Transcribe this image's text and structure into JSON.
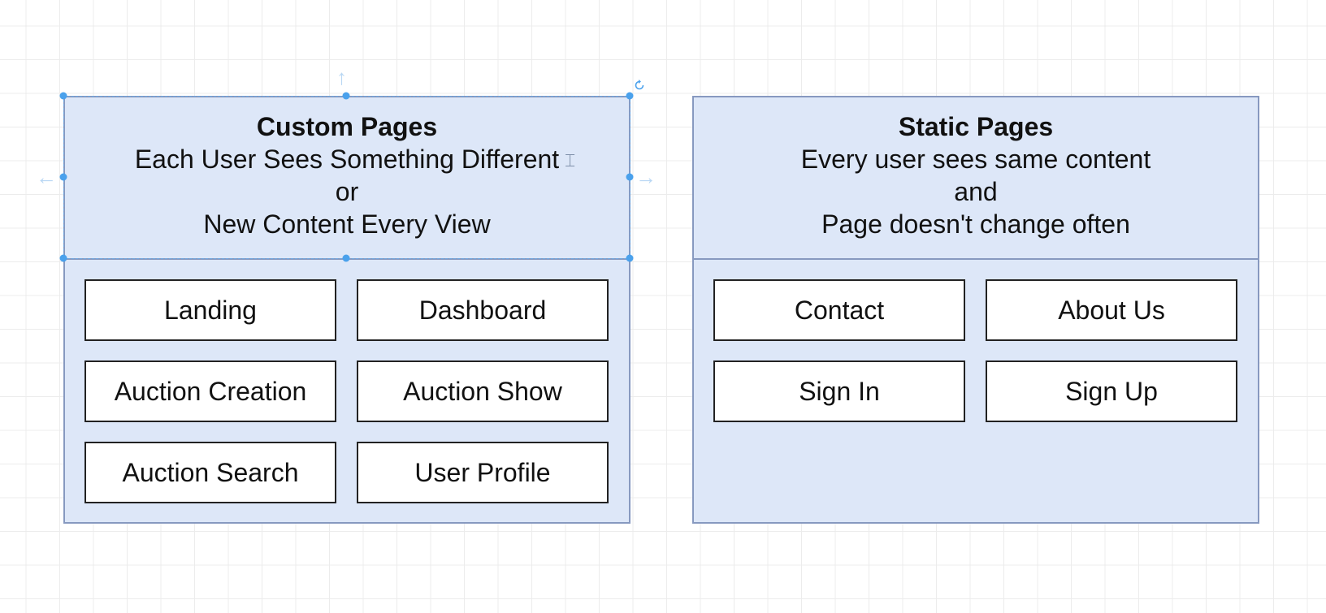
{
  "panels": {
    "custom": {
      "title": "Custom Pages",
      "lines": [
        "Each User Sees Something Different",
        "or",
        "New Content Every View"
      ],
      "pages": [
        "Landing",
        "Dashboard",
        "Auction Creation",
        "Auction Show",
        "Auction Search",
        "User Profile"
      ]
    },
    "static": {
      "title": "Static Pages",
      "lines": [
        "Every user sees same content",
        "and",
        "Page doesn't change often"
      ],
      "pages": [
        "Contact",
        "About Us",
        "Sign In",
        "Sign Up"
      ]
    }
  },
  "colors": {
    "panel_fill": "#dde7f8",
    "panel_border": "#8799c0",
    "box_fill": "#ffffff",
    "box_border": "#222222",
    "selection": "#4aa1ec",
    "grid": "#ececec"
  },
  "icons": [
    "move-arrow-icon",
    "rotate-icon",
    "text-cursor-icon"
  ]
}
